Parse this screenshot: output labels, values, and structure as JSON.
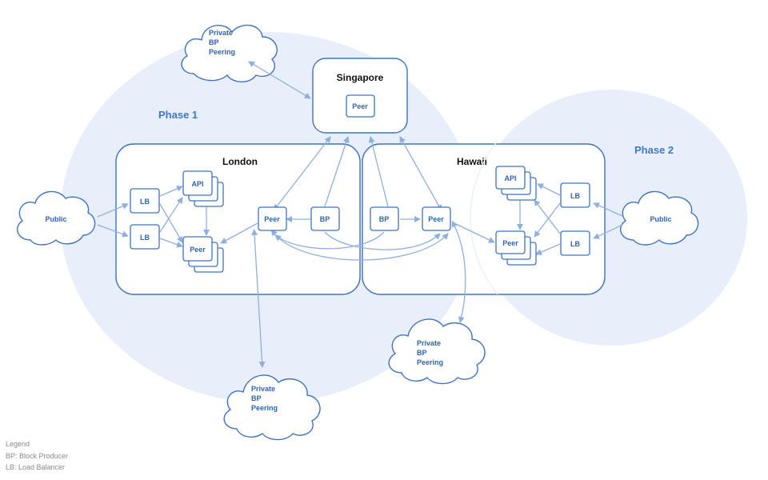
{
  "phases": {
    "phase1": "Phase 1",
    "phase2": "Phase 2"
  },
  "regions": {
    "singapore": "Singapore",
    "london": "London",
    "hawaii": "Hawaii"
  },
  "nodes": {
    "lb": "LB",
    "api": "API",
    "peer": "Peer",
    "bp": "BP"
  },
  "clouds": {
    "public": "Public",
    "private_bp_peering": [
      "Private",
      "BP",
      "Peering"
    ]
  },
  "legend": {
    "title": "Legend",
    "bp": "BP:  Block Producer",
    "lb": "LB:  Load Balancer"
  },
  "colors": {
    "phase_fill": "#e8effa",
    "box_stroke": "#3f73c2",
    "arrow": "#8fb0df",
    "text": "#2f64b0"
  }
}
